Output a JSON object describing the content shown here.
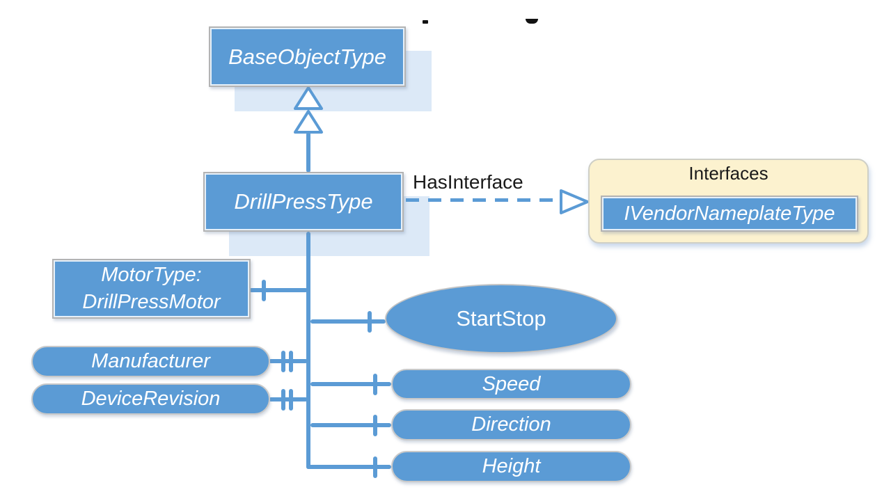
{
  "nodes": {
    "base": {
      "label": "BaseObjectType"
    },
    "drill_press": {
      "label": "DrillPressType"
    },
    "relation": {
      "label": "HasInterface"
    },
    "interfaces": {
      "title": "Interfaces",
      "member": {
        "label": "IVendorNameplateType"
      }
    },
    "motor": {
      "line1": "MotorType:",
      "line2": "DrillPressMotor"
    },
    "method": {
      "label": "StartStop"
    },
    "properties": [
      {
        "label": "Manufacturer"
      },
      {
        "label": "DeviceRevision"
      }
    ],
    "variables": [
      {
        "label": "Speed"
      },
      {
        "label": "Direction"
      },
      {
        "label": "Height"
      }
    ]
  },
  "colors": {
    "node_fill": "#5B9BD5",
    "connector": "#5B9BD5",
    "shadow_fill": "#DCE9F7",
    "group_fill": "#FCF2CF",
    "text_on_node": "#FFFFFF",
    "text_dark": "#1A1A1A"
  }
}
